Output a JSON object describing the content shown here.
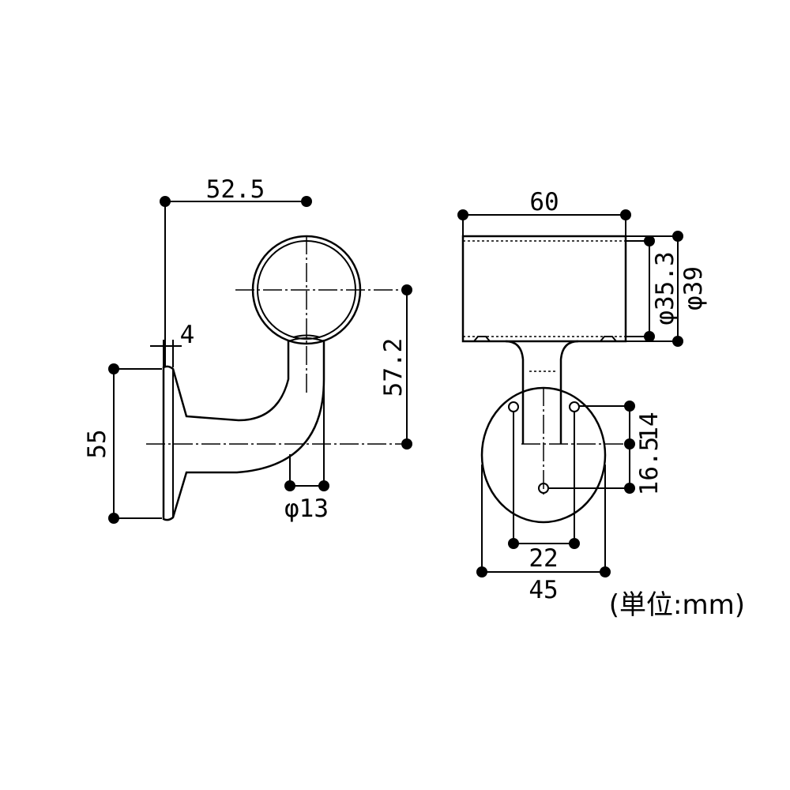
{
  "dimensions": {
    "side_width": "52.5",
    "side_height": "55",
    "center_height": "57.2",
    "plate_thickness": "4",
    "stem_diameter": "φ13",
    "front_width": "60",
    "inner_diameter": "φ35.3",
    "outer_diameter": "φ39",
    "hole_offset_upper": "14",
    "hole_offset_lower": "16.5",
    "hole_spacing": "22",
    "plate_width": "45"
  },
  "unit_note": "(単位:mm)",
  "colors": {
    "line": "#000000",
    "background": "#ffffff"
  }
}
